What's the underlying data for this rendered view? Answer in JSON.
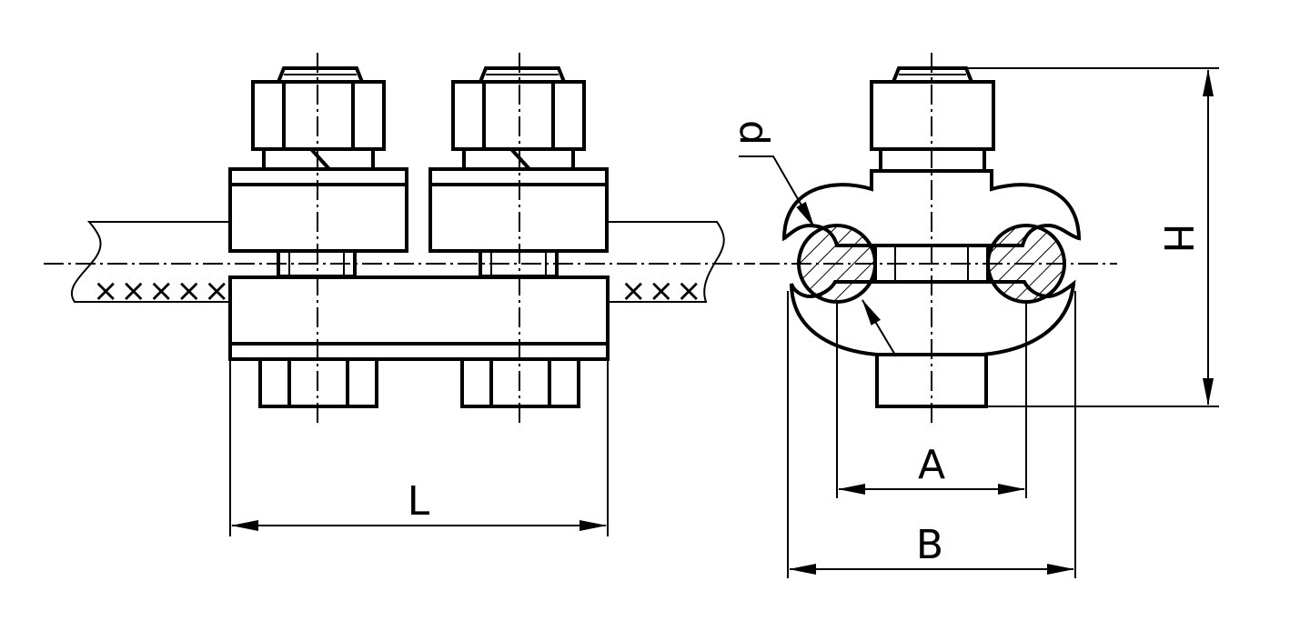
{
  "dimensions": {
    "length": "L",
    "height": "H",
    "center_distance": "A",
    "width": "B",
    "diameter": "d"
  },
  "conductor_marks": {
    "left": "×××××",
    "right": "×××"
  },
  "colors": {
    "line": "#000000",
    "background": "#ffffff"
  }
}
